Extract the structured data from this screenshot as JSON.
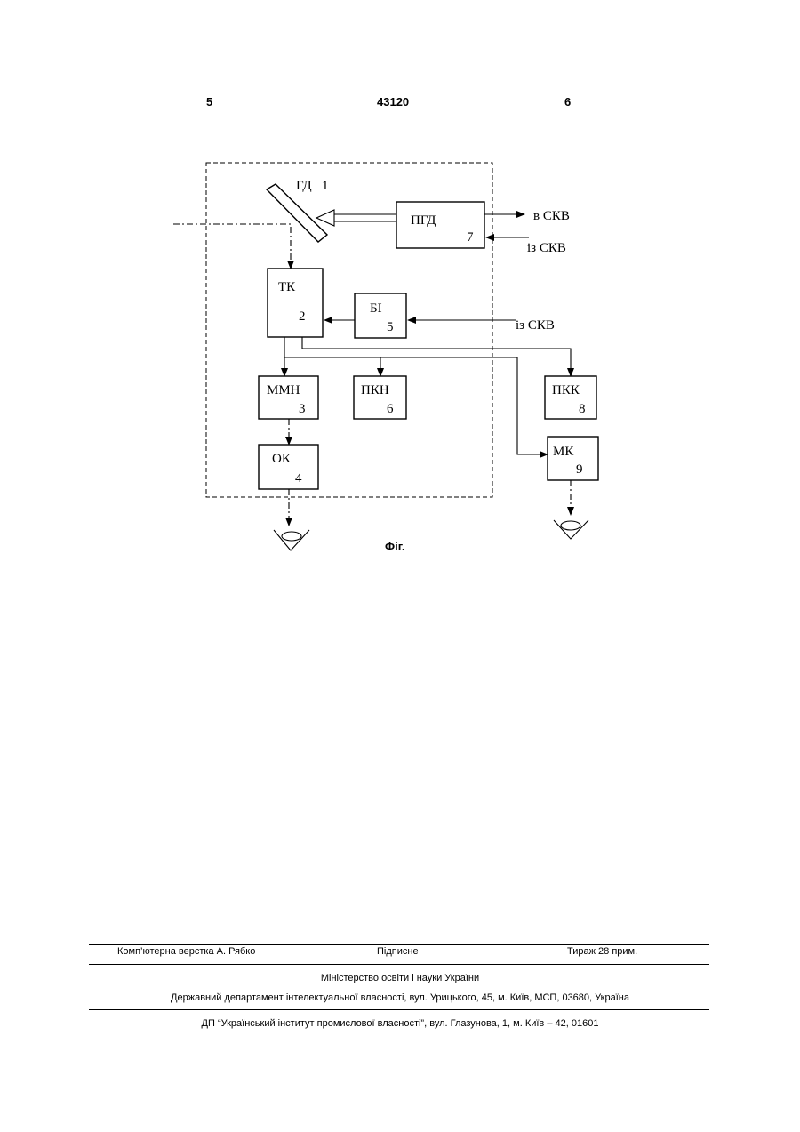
{
  "header": {
    "left_page": "5",
    "patent_number": "43120",
    "right_page": "6"
  },
  "figure": {
    "mirror_label": "ГД",
    "mirror_num": "1",
    "blocks": [
      {
        "id": "tk",
        "name": "ТК",
        "num": "2"
      },
      {
        "id": "mmn",
        "name": "ММН",
        "num": "3"
      },
      {
        "id": "ok",
        "name": "ОК",
        "num": "4"
      },
      {
        "id": "bi",
        "name": "БІ",
        "num": "5"
      },
      {
        "id": "pkn",
        "name": "ПКН",
        "num": "6"
      },
      {
        "id": "pgd",
        "name": "ПГД",
        "num": "7"
      },
      {
        "id": "pkk",
        "name": "ПКК",
        "num": "8"
      },
      {
        "id": "mk",
        "name": "МК",
        "num": "9"
      }
    ],
    "signals": {
      "to_skv": "в СКВ",
      "from_skv_1": "із СКВ",
      "from_skv_2": "із СКВ"
    },
    "caption": "Фіг."
  },
  "footer": {
    "typesetting": "Комп’ютерна верстка А. Рябко",
    "signed": "Підписне",
    "circulation": "Тираж 28 прим.",
    "ministry": "Міністерство освіти і науки України",
    "department": "Державний департамент інтелектуальної власності, вул. Урицького, 45, м. Київ, МСП, 03680, Україна",
    "institute": "ДП “Український інститут промислової власності”, вул. Глазунова, 1, м. Київ – 42, 01601"
  }
}
